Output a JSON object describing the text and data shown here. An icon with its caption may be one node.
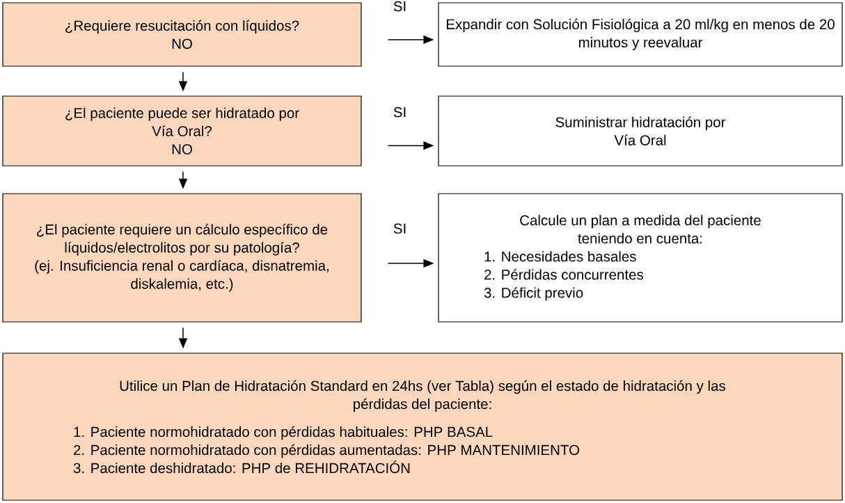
{
  "diagram": {
    "nodes": [
      {
        "text": [
          "¿Requiere resucitación con líquidos?",
          "NO"
        ]
      },
      {
        "text": [
          "Expandir con Solución Fisiológica a 20 ml/kg en menos de 20 minutos y reevaluar"
        ]
      },
      {
        "text": [
          "¿El paciente puede ser hidratado por Vía Oral?",
          "NO"
        ]
      },
      {
        "text": [
          "Suministrar hidratación por Vía Oral"
        ]
      },
      {
        "text": [
          "¿El paciente requiere un cálculo específico de líquidos/electrolitos por su patología?",
          "(ej. Insuficiencia renal o cardíaca, disnatremia, diskalemia, etc.)"
        ]
      },
      {
        "text": [
          "Calcule un plan a medida del paciente teniendo en cuenta:",
          "1. Necesidades basales",
          "2. Pérdidas concurrentes",
          "3. Déficit previo"
        ]
      },
      {
        "text": [
          "Utilice un Plan de Hidratación Standard en 24hs (ver Tabla) según el estado de hidratación y las pérdidas del paciente:",
          "1. Paciente normohidratado con pérdidas habituales: PHP BASAL",
          "2. Paciente normohidratado con pérdidas aumentadas: PHP MANTENIMIENTO",
          "3. Paciente deshidratado: PHP de REHIDRATACIÓN"
        ]
      }
    ],
    "edges": [
      {
        "from": 0,
        "to": 1,
        "arrow": "to",
        "label": "SI"
      },
      {
        "from": 0,
        "to": 2,
        "arrow": "to"
      },
      {
        "from": 2,
        "to": 3,
        "arrow": "to",
        "label": "SI"
      },
      {
        "from": 2,
        "to": 4,
        "arrow": "to"
      },
      {
        "from": 4,
        "to": 5,
        "arrow": "to",
        "label": "SI"
      },
      {
        "from": 4,
        "to": 6,
        "arrow": "to"
      }
    ]
  }
}
